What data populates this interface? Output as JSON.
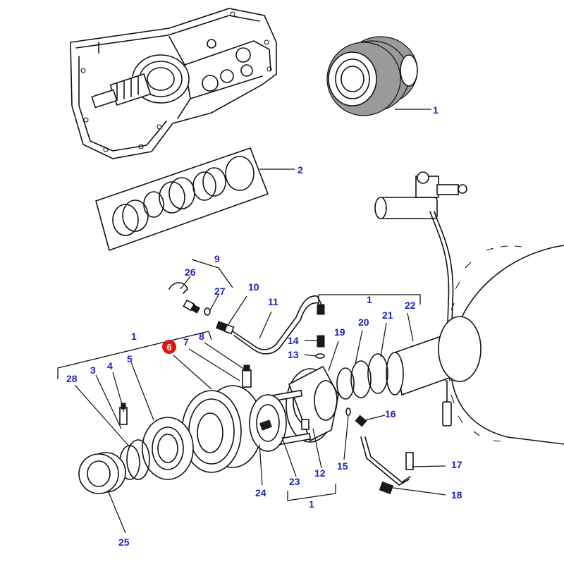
{
  "labels": {
    "l1_top": "1",
    "l2": "2",
    "l9": "9",
    "l26": "26",
    "l27": "27",
    "l10": "10",
    "l11": "11",
    "l1_right": "1",
    "l19": "19",
    "l20": "20",
    "l21": "21",
    "l22": "22",
    "l14": "14",
    "l13": "13",
    "l1_left": "1",
    "l6": "6",
    "l7": "7",
    "l8": "8",
    "l3": "3",
    "l4": "4",
    "l5": "5",
    "l28": "28",
    "l16": "16",
    "l15": "15",
    "l17": "17",
    "l18": "18",
    "l23": "23",
    "l12": "12",
    "l24": "24",
    "l1_bottom": "1",
    "l25": "25"
  },
  "colors": {
    "label": "#1f1fc4",
    "highlight": "#e01515"
  }
}
